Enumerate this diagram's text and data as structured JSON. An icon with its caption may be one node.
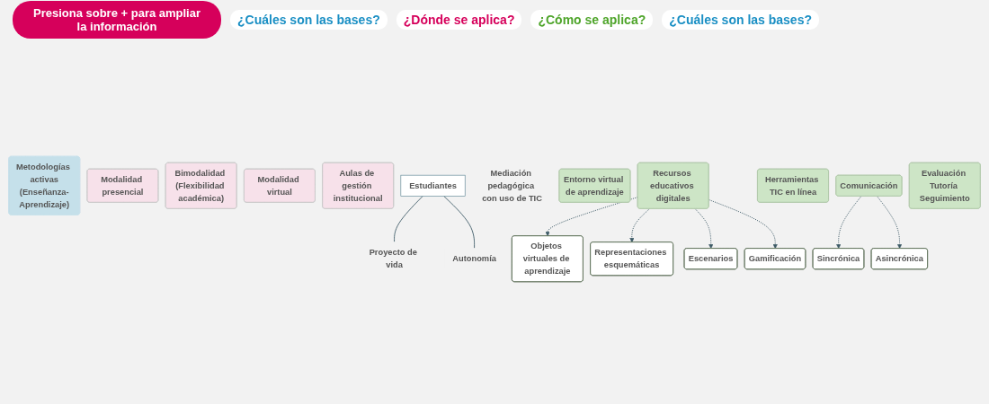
{
  "diagram": {
    "nodes": [
      {
        "text": [
          "Metodologías activas",
          "(Enseñanza-Aprendizaje)"
        ]
      },
      {
        "text": [
          "Modalidad presencial"
        ]
      },
      {
        "text": [
          "Bimodalidad (Flexibilidad académica)"
        ]
      },
      {
        "text": [
          "Modalidad virtual"
        ]
      },
      {
        "text": [
          "Aulas de gestión institucional"
        ]
      },
      {
        "text": [
          "Proyecto de vida"
        ]
      },
      {
        "text": [
          "Autonomía"
        ]
      },
      {
        "text": [
          "Estudiantes"
        ]
      },
      {
        "text": [
          "Mediación pedagógica con uso de TIC"
        ]
      },
      {
        "text": [
          "Entorno virtual de aprendizaje"
        ]
      },
      {
        "text": [
          "Recursos educativos digitales"
        ]
      },
      {
        "text": [
          "Herramientas TIC en línea"
        ]
      },
      {
        "text": [
          "Comunicación"
        ]
      },
      {
        "text": [
          "Evaluación Tutoría Seguimiento"
        ]
      },
      {
        "text": [
          "Objetos virtuales de aprendizaje"
        ]
      },
      {
        "text": [
          "Representaciones esquemáticas"
        ]
      },
      {
        "text": [
          "Escenarios"
        ]
      },
      {
        "text": [
          "Gamificación"
        ]
      },
      {
        "text": [
          "Sincrónica"
        ]
      },
      {
        "text": [
          "Asincrónica"
        ]
      }
    ],
    "edges": [
      {
        "from": 7,
        "to": 5,
        "arrow": "none"
      },
      {
        "from": 7,
        "to": 6,
        "arrow": "none"
      },
      {
        "from": 10,
        "to": 14,
        "arrow": "to",
        "style": "dashed"
      },
      {
        "from": 10,
        "to": 15,
        "arrow": "to",
        "style": "dashed"
      },
      {
        "from": 10,
        "to": 16,
        "arrow": "to",
        "style": "dashed"
      },
      {
        "from": 10,
        "to": 17,
        "arrow": "to",
        "style": "dashed"
      },
      {
        "from": 12,
        "to": 18,
        "arrow": "to",
        "style": "dashed"
      },
      {
        "from": 12,
        "to": 19,
        "arrow": "to",
        "style": "dashed"
      }
    ],
    "labels": [
      "Presiona sobre + para ampliar la información",
      "¿Cuáles son las bases?",
      "¿Dónde se aplica?",
      "¿Cómo se aplica?",
      "¿Cuáles son las bases?"
    ]
  }
}
